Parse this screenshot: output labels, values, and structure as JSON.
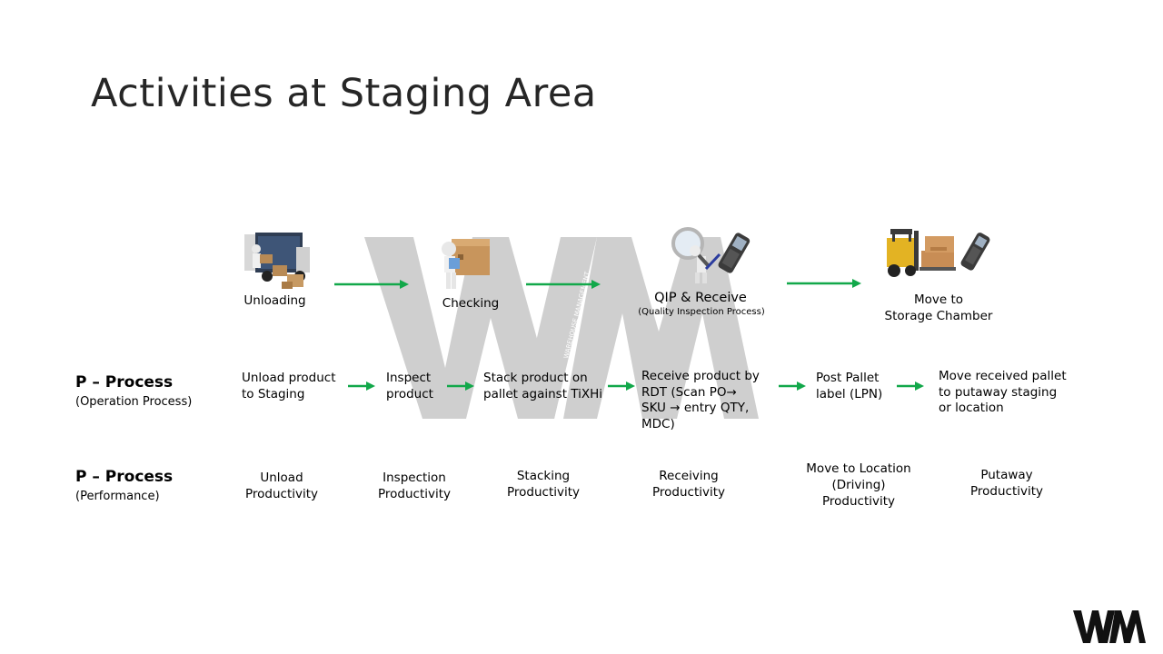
{
  "title": "Activities at Staging Area",
  "watermark": {
    "text": "WAREHOUSE MANAGEMENT"
  },
  "stages": [
    {
      "icon": "truck-unloading-icon",
      "label": "Unloading"
    },
    {
      "icon": "box-checking-icon",
      "label": "Checking"
    },
    {
      "icon": "magnifier-scanner-icon",
      "label": "QIP & Receive",
      "sub": "(Quality Inspection Process)"
    },
    {
      "icon": "forklift-scanner-icon",
      "label": "Move to\nStorage Chamber"
    }
  ],
  "rows": {
    "operation": {
      "head": "P – Process",
      "sub": "(Operation Process)",
      "steps": [
        "Unload product\nto Staging",
        "Inspect\nproduct",
        "Stack product on\npallet against TiXHi",
        "Receive product by\nRDT (Scan PO→\nSKU → entry QTY,\nMDC)",
        "Post Pallet\nlabel (LPN)",
        "Move received pallet\nto putaway staging\nor location"
      ]
    },
    "performance": {
      "head": "P – Process",
      "sub": "(Performance)",
      "items": [
        "Unload\nProductivity",
        "Inspection\nProductivity",
        "Stacking\nProductivity",
        "Receiving\nProductivity",
        "Move to Location\n(Driving)\nProductivity",
        "Putaway\nProductivity"
      ]
    }
  },
  "colors": {
    "arrow": "#12a84a",
    "watermark": "#cfcfcf",
    "title": "#262626"
  }
}
